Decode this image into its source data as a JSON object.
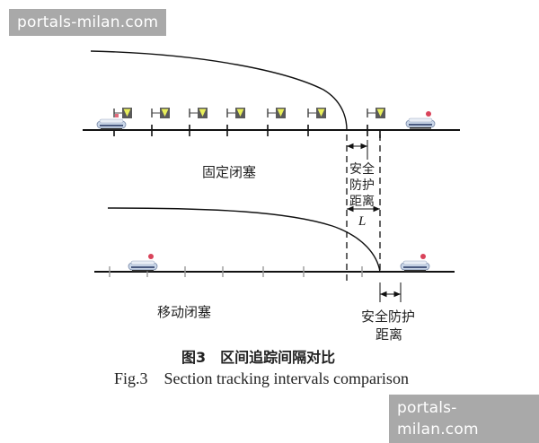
{
  "watermarks": {
    "top": "portals-milan.com",
    "bottom": "portals-milan.com"
  },
  "fixed_block": {
    "label": "固定闭塞",
    "safety_distance_label": [
      "安全",
      "防护",
      "距离"
    ],
    "length_symbol": "L",
    "signal_count": 7
  },
  "moving_block": {
    "label": "移动闭塞",
    "safety_distance_label_line1": "安全防护",
    "safety_distance_label_line2": "距离"
  },
  "caption": {
    "zh": "图3　区间追踪间隔对比",
    "en": "Fig.3    Section tracking intervals comparison"
  },
  "colors": {
    "signal_fill": "#e8ee5a",
    "signal_box": "#5a5a5a",
    "train_body": "#c9d6e8",
    "train_roof": "#e9eef6",
    "train_lamp": "#d9435a",
    "line": "#111111",
    "watermark_bg": "#a9a9a9"
  }
}
